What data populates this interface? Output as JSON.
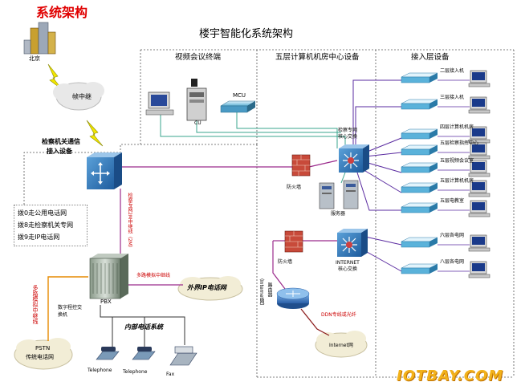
{
  "header": {
    "label": "系统架构"
  },
  "title": "楼宇智能化系统架构",
  "sections": {
    "video": "视频会议终端",
    "datacenter": "五层计算机机房中心设备",
    "access": "接入层设备"
  },
  "labels": {
    "beijing": "北京",
    "frame_relay": "帧中继",
    "proc_access_1": "检察机关通信",
    "proc_access_2": "接入设备",
    "mcu": "MCU",
    "core_switch_1": "检察专网",
    "core_switch_2": "核心交换",
    "firewall_top": "防火墙",
    "servers": "服务器",
    "firewall_bottom": "防火墙",
    "internet_switch_1": "INTERNET",
    "internet_switch_2": "核心交换",
    "router": "路由器",
    "internet_link": "（Internet网）",
    "ddn": "DDN专线或光纤",
    "internet_cloud": "Internet网",
    "pbx": "PBX",
    "pbx_desc_1": "数字程控交",
    "pbx_desc_2": "换机",
    "external_ip": "外界IP电话网",
    "multi_trunk": "多路模拟中继线",
    "trunk_2m": "检察专网2M中继线（2M）",
    "multi_analog": "多路模拟中继线",
    "internal_phone": "内部电话系统",
    "pstn_1": "PSTN",
    "pstn_2": "传统电话网",
    "telephone_1": "Telephone",
    "telephone_2": "Telephone",
    "fax": "Fax"
  },
  "legend": [
    "拨0走公用电话网",
    "拨8走检察机关专网",
    "拨9走IP电话网"
  ],
  "access_items": [
    "二层接入机",
    "三层接入机",
    "四层计算机机房",
    "五层检察指挥中心",
    "五层视频会议室",
    "五层计算机机房",
    "五层电教室",
    "六层各电网",
    "八层各电网"
  ],
  "watermark": "IOTBAY.COM"
}
